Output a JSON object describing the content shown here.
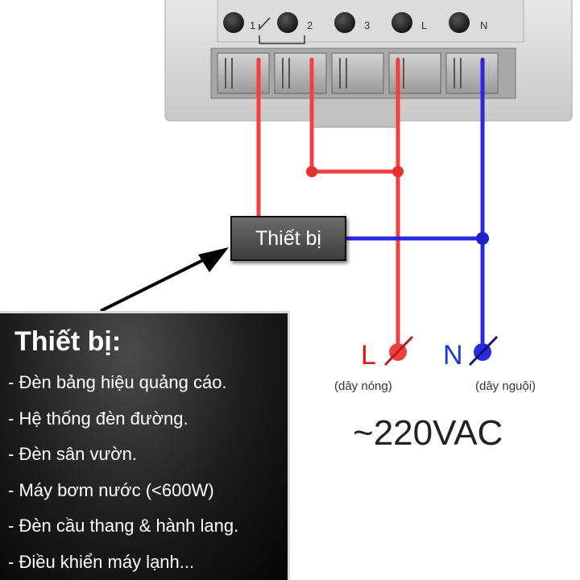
{
  "terminals": [
    "1",
    "2",
    "3",
    "L",
    "N"
  ],
  "device_label": "Thiết bị",
  "live": {
    "letter": "L",
    "label": "(dây nóng)"
  },
  "neutral": {
    "letter": "N",
    "label": "(dây nguội)"
  },
  "voltage": "~220VAC",
  "info": {
    "title": "Thiết bị:",
    "items": [
      "- Đèn bảng hiệu quảng cáo.",
      "- Hệ thống đèn đường.",
      "- Đèn sân vườn.",
      "- Máy bơm nước (<600W)",
      "- Đèn cầu thang & hành lang.",
      "- Điều khiển máy lạnh..."
    ]
  },
  "colors": {
    "live_wire": "#f04040",
    "neutral_wire": "#2a2adc",
    "live_text": "#e01818",
    "neutral_text": "#1a3ad8"
  }
}
